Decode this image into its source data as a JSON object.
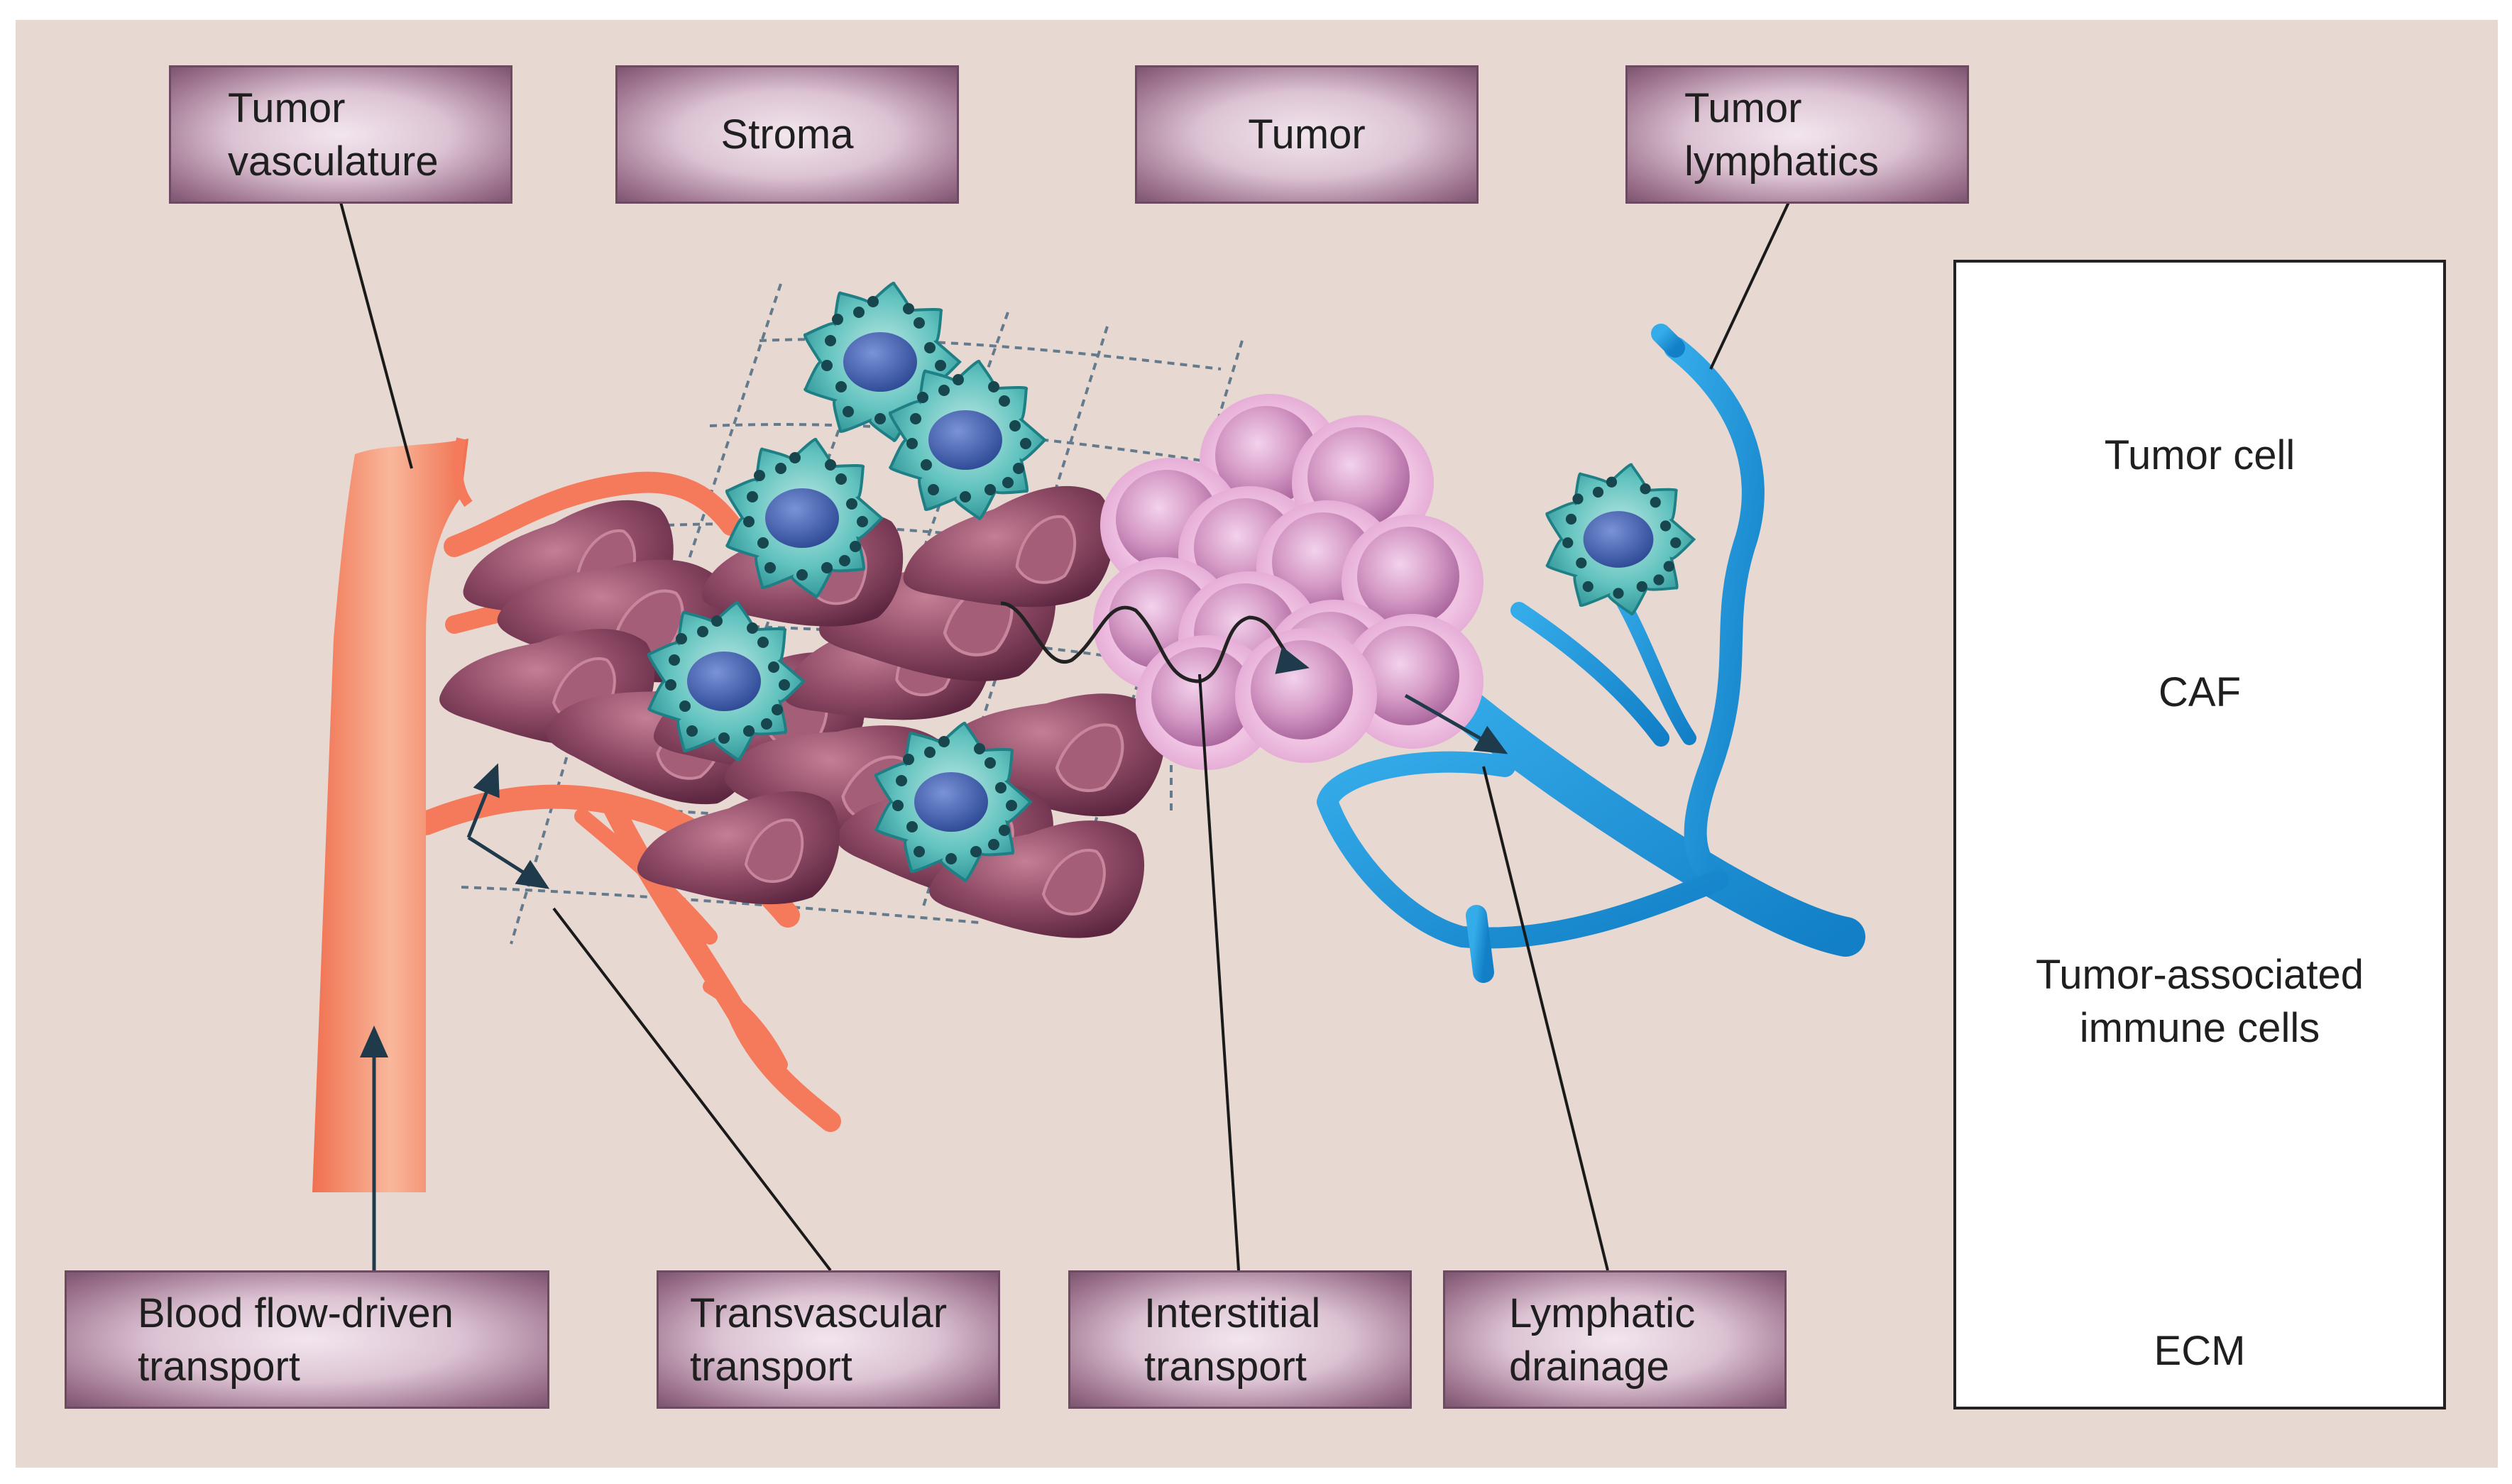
{
  "colors": {
    "background": "#e8d8d2",
    "vessel": "#f47a5b",
    "lymphatic": "#1e9be0",
    "tumor_cell": "#d89ac8",
    "caf": "#7f3f58",
    "immune_cell": "#3fb5b0",
    "nucleus": "#3b5fae",
    "ecm": "#4d6b82"
  },
  "labels": {
    "tumor_vasculature": [
      "Tumor",
      "vasculature"
    ],
    "stroma": "Stroma",
    "tumor": "Tumor",
    "tumor_lymphatics": [
      "Tumor",
      "lymphatics"
    ],
    "blood_flow_transport": [
      "Blood flow-driven",
      "transport"
    ],
    "transvascular_transport": [
      "Transvascular",
      "transport"
    ],
    "interstitial_transport": [
      "Interstitial",
      "transport"
    ],
    "lymphatic_drainage": [
      "Lymphatic",
      "drainage"
    ]
  },
  "legend": {
    "tumor_cell": "Tumor cell",
    "caf": "CAF",
    "immune_cells": [
      "Tumor-associated",
      "immune cells"
    ],
    "ecm": "ECM"
  }
}
